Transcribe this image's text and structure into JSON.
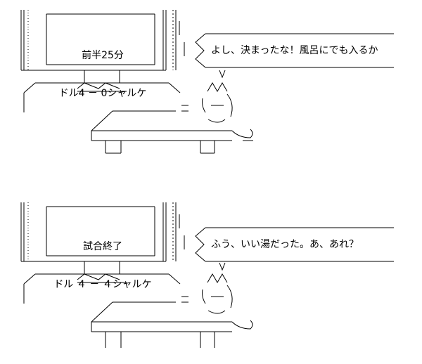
{
  "panels": [
    {
      "tv_line1": "前半25分",
      "tv_line2": "ドル4 － 0シャルケ",
      "speech": "よし、決まったな！風呂にでも入るか"
    },
    {
      "tv_line1": "試合終了",
      "tv_line2": "ドル ４ － ４シャルケ",
      "speech": "ふう、いい湯だった。あ、あれ？"
    }
  ]
}
